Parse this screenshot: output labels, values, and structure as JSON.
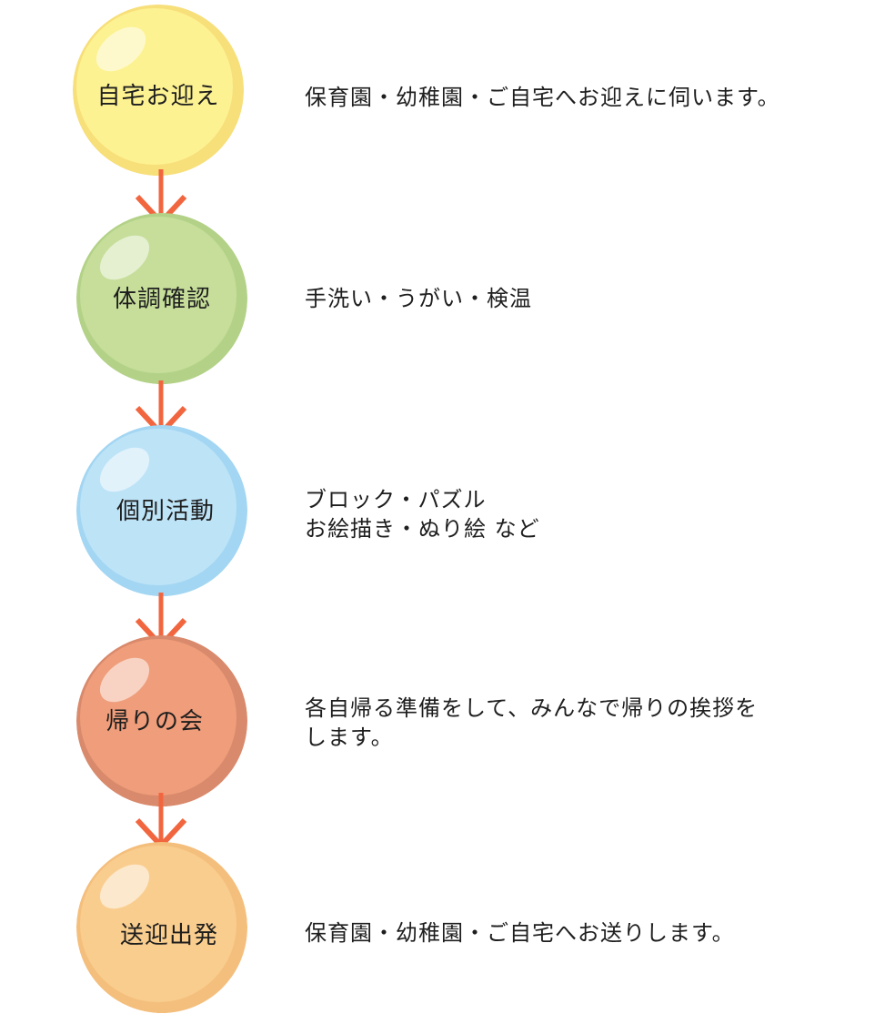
{
  "steps": [
    {
      "label": "自宅お迎え",
      "description": "保育園・幼稚園・ご自宅へお迎えに伺います。",
      "color": "#fdf291",
      "edge_color": "#f7df7a"
    },
    {
      "label": "体調確認",
      "description": "手洗い・うがい・検温",
      "color": "#c6de9a",
      "edge_color": "#b3d288"
    },
    {
      "label": "個別活動",
      "description": "ブロック・パズル\nお絵描き・ぬり絵 など",
      "color": "#bde3f7",
      "edge_color": "#a3d6f2"
    },
    {
      "label": "帰りの会",
      "description": "各自帰る準備をして、みんなで帰りの挨拶を\nします。",
      "color": "#ef9d7a",
      "edge_color": "#d98a6c"
    },
    {
      "label": "送迎出発",
      "description": "保育園・幼稚園・ご自宅へお送りします。",
      "color": "#f9cd8e",
      "edge_color": "#f4bf7d"
    }
  ],
  "arrow_color": "#f2663f"
}
